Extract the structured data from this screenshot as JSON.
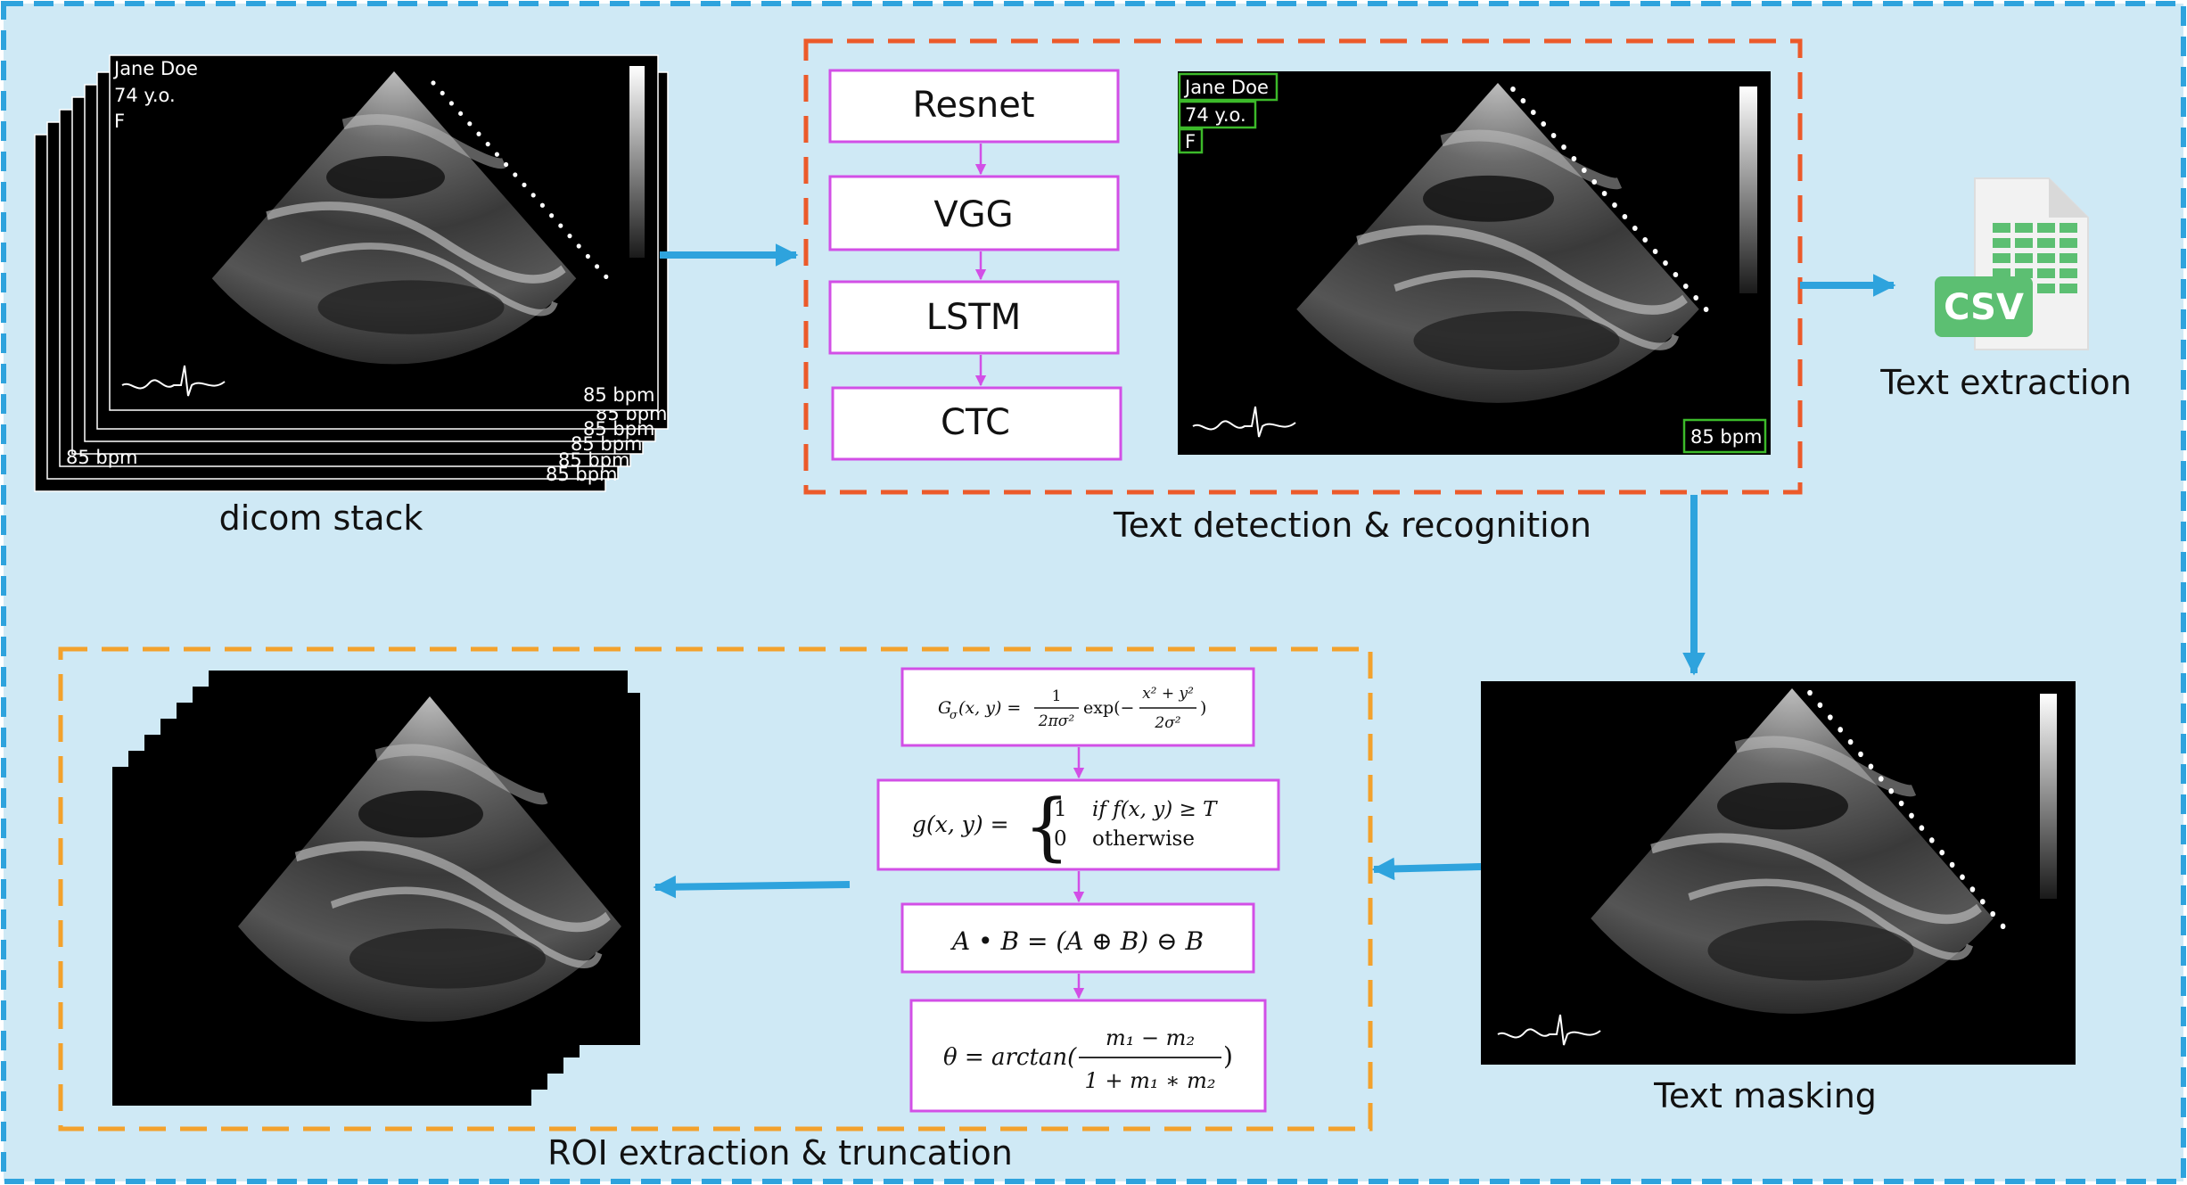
{
  "colors": {
    "background": "#cfe9f5",
    "outer_border": "#2ea3dd",
    "arrow": "#2ea3dd",
    "detection_border": "#ec5a2a",
    "roi_border": "#f3a12c",
    "box_border": "#d24fe6",
    "text_box": "#3cba2a",
    "csv": "#5cbf72"
  },
  "stages": {
    "dicom_stack": "dicom stack",
    "detection": "Text detection & recognition",
    "extraction": "Text extraction",
    "masking": "Text masking",
    "roi": "ROI extraction & truncation"
  },
  "models": [
    "Resnet",
    "VGG",
    "LSTM",
    "CTC"
  ],
  "overlay": {
    "name": "Jane Doe",
    "age": "74 y.o.",
    "sex": "F",
    "heart_rate": "85 bpm"
  },
  "csv_label": "CSV",
  "formulas": {
    "gaussian_lhs": "G",
    "gaussian_sub": "σ",
    "gaussian_args": "(x, y) =",
    "gaussian_num": "1",
    "gaussian_den": "2πσ²",
    "gaussian_exp": "exp(−",
    "gaussian_exp_num": "x² + y²",
    "gaussian_exp_den": "2σ²",
    "gaussian_close": ")",
    "threshold_lhs": "g(x, y) =",
    "threshold_case1_val": "1",
    "threshold_case1_cond": "if f(x, y) ≥ T",
    "threshold_case2_val": "0",
    "threshold_case2_cond": "otherwise",
    "closing": "A • B = (A ⊕ B) ⊖ B",
    "angle_lhs": "θ = arctan(",
    "angle_num": "m₁ − m₂",
    "angle_den": "1 + m₁ ∗ m₂",
    "angle_close": ")"
  }
}
